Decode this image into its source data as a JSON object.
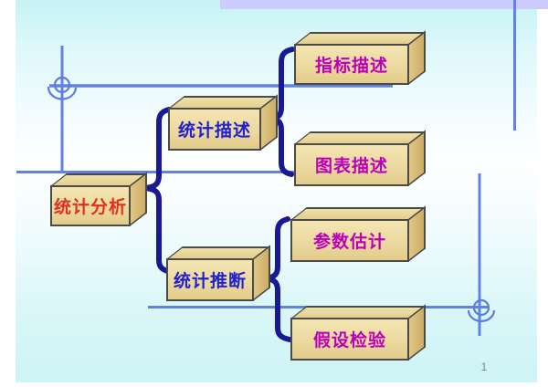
{
  "page": {
    "number": "1"
  },
  "diagram": {
    "root": {
      "label": "统计分析",
      "text_color": "#e0301e"
    },
    "branches": [
      {
        "label": "统计描述",
        "text_color": "#2121cd",
        "children": [
          {
            "label": "指标描述",
            "text_color": "#ba00b8"
          },
          {
            "label": "图表描述",
            "text_color": "#ba00b8"
          }
        ]
      },
      {
        "label": "统计推断",
        "text_color": "#2121cd",
        "children": [
          {
            "label": "参数估计",
            "text_color": "#ba00b8"
          },
          {
            "label": "假设检验",
            "text_color": "#ba00b8"
          }
        ]
      }
    ]
  },
  "decorations": {
    "top_bar_color": "#ccccfe",
    "line_color": "#6282e2",
    "brace_color": "#191991",
    "box_fill_color": "#ecd9a0",
    "box_edge_color": "#4b4b45",
    "background_cyan": "#cdf4f6",
    "page_number_color": "#7d838f"
  }
}
